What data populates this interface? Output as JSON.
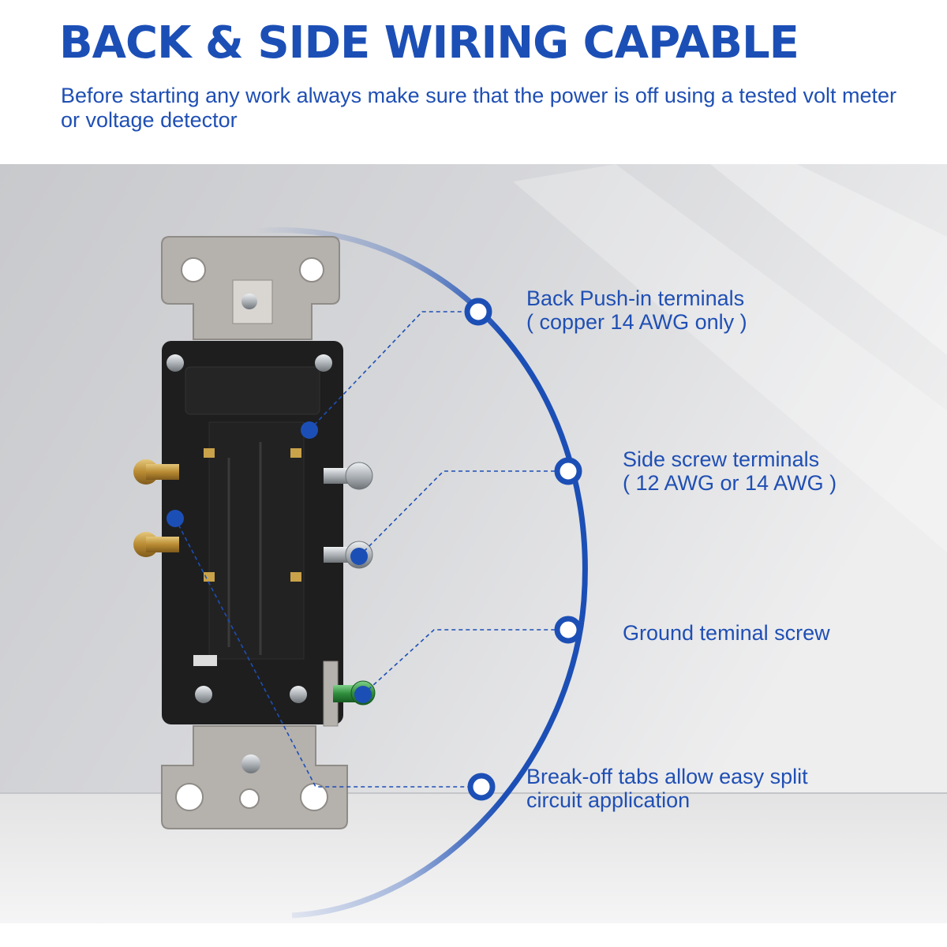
{
  "headline": "BACK & SIDE WIRING CAPABLE",
  "subtitle": "Before starting any work always make sure that the power is off using a tested volt meter or voltage detector",
  "callouts": [
    {
      "line1": "Back Push-in terminals",
      "line2": "( copper 14 AWG only )"
    },
    {
      "line1": "Side screw terminals",
      "line2": "( 12 AWG or 14 AWG )"
    },
    {
      "line1": "Ground teminal screw",
      "line2": ""
    },
    {
      "line1": "Break-off tabs allow easy split",
      "line2": "circuit application"
    }
  ],
  "colors": {
    "accent": "#1c4fb6",
    "wall": "#cdced1",
    "receptacle_body": "#1e1e1e",
    "mounting_strap": "#b5b1ad",
    "brass_screw": "#c9a24a",
    "silver_screw": "#c7cbd0",
    "ground_screw": "#3f9a4a"
  },
  "icons": [
    "receptacle-photo",
    "callout-dot",
    "brass-terminal-screw",
    "silver-terminal-screw",
    "green-ground-screw",
    "strap-screw"
  ]
}
